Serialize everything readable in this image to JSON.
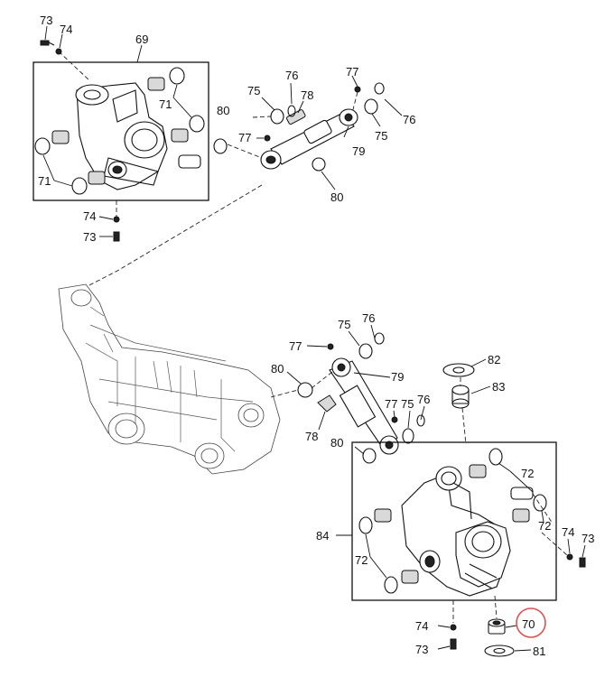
{
  "callouts": {
    "c73_top": "73",
    "c74_top": "74",
    "c69": "69",
    "c71_a": "71",
    "c71_b": "71",
    "c74_mid": "74",
    "c73_mid": "73",
    "c75_a": "75",
    "c76_a": "76",
    "c78_a": "78",
    "c77_a": "77",
    "c77_b": "77",
    "c80_a": "80",
    "c76_b": "76",
    "c75_b": "75",
    "c79_a": "79",
    "c80_b": "80",
    "c75_c": "75",
    "c76_c": "76",
    "c77_c": "77",
    "c80_c": "80",
    "c79_b": "79",
    "c78_b": "78",
    "c77_d": "77",
    "c75_d": "75",
    "c76_d": "76",
    "c80_d": "80",
    "c82": "82",
    "c83": "83",
    "c72_a": "72",
    "c72_b": "72",
    "c74_right": "74",
    "c73_right": "73",
    "c84": "84",
    "c72_c": "72",
    "c74_bot": "74",
    "c70": "70",
    "c73_bot": "73",
    "c81": "81"
  },
  "highlight": {
    "part": "70",
    "color": "#d9534f"
  }
}
